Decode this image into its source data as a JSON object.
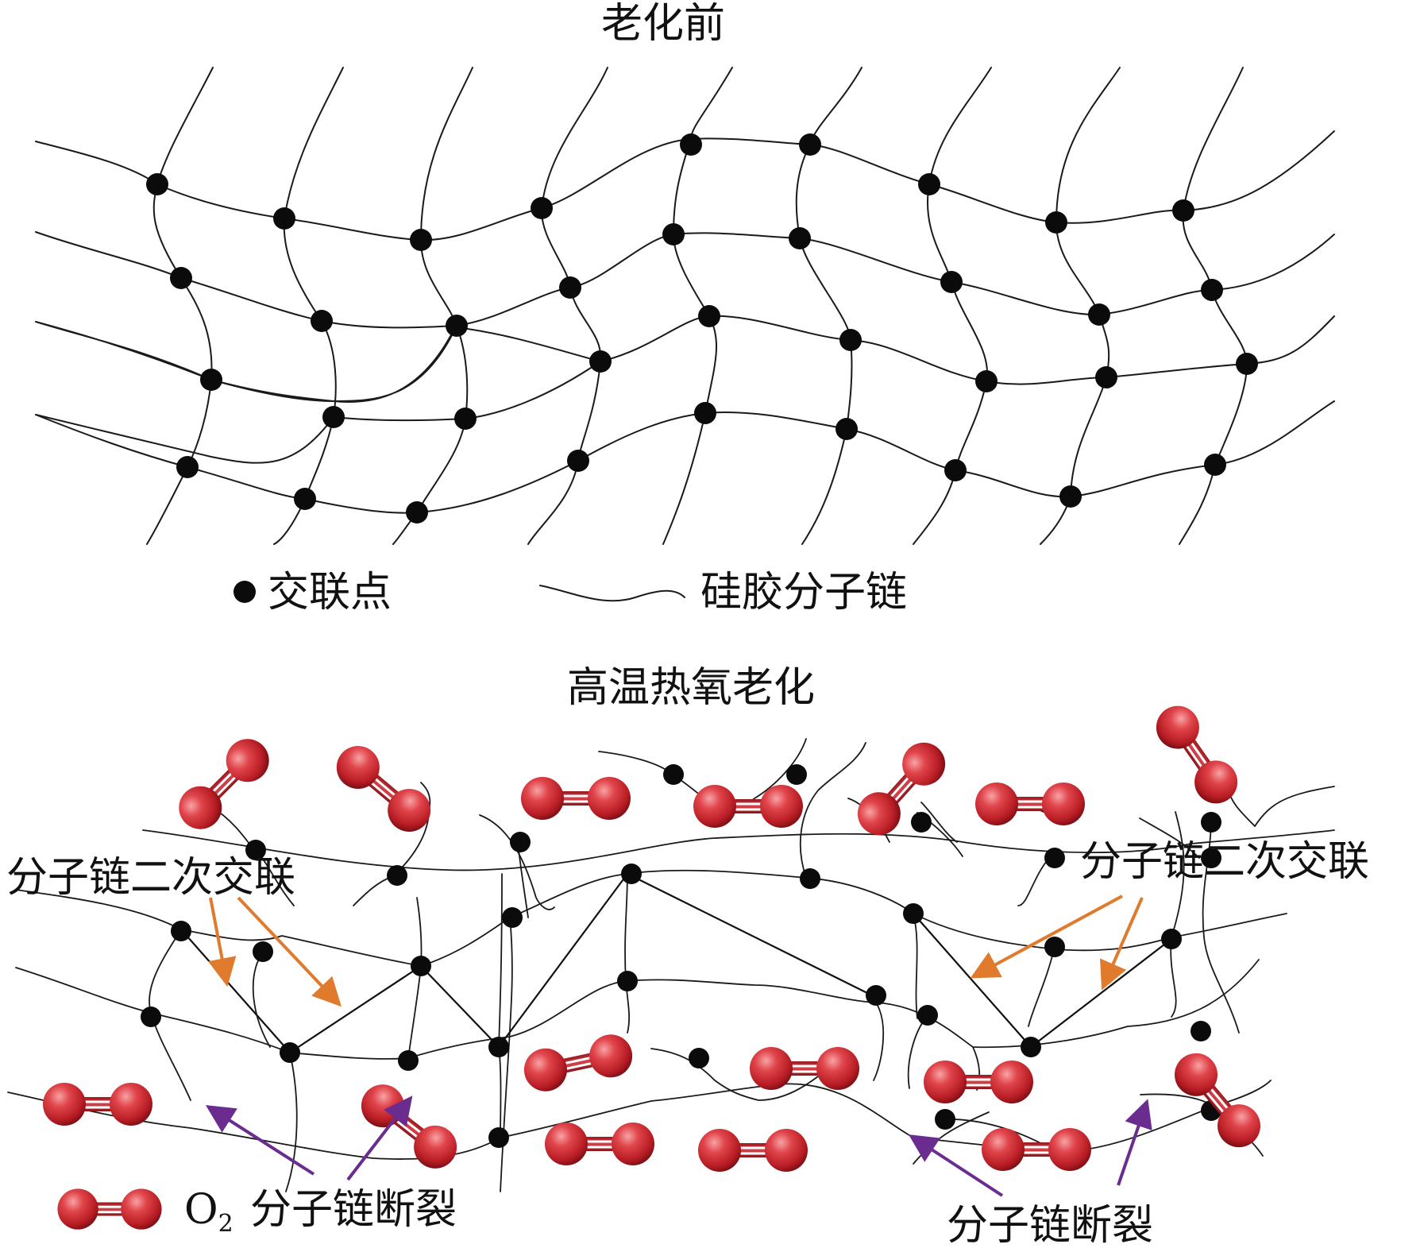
{
  "top_panel": {
    "title": "老化前"
  },
  "legend_top": {
    "crosslink_label": "交联点",
    "chain_label": "硅胶分子链"
  },
  "bottom_panel": {
    "title": "高温热氧老化",
    "annotation_left": "分子链二次交联",
    "annotation_right": "分子链二次交联",
    "annotation_break_left": "分子链断裂",
    "annotation_break_right": "分子链断裂"
  },
  "legend_bottom": {
    "o2_label": "O",
    "o2_subscript": "2"
  },
  "colors": {
    "crosslink": "#0b0b0b",
    "chain": "#1a1a1a",
    "oxygen_molecule": "#c82a2f",
    "secondary_crosslink_arrow": "#e07b2e",
    "chain_break_arrow": "#6b2c8f"
  }
}
